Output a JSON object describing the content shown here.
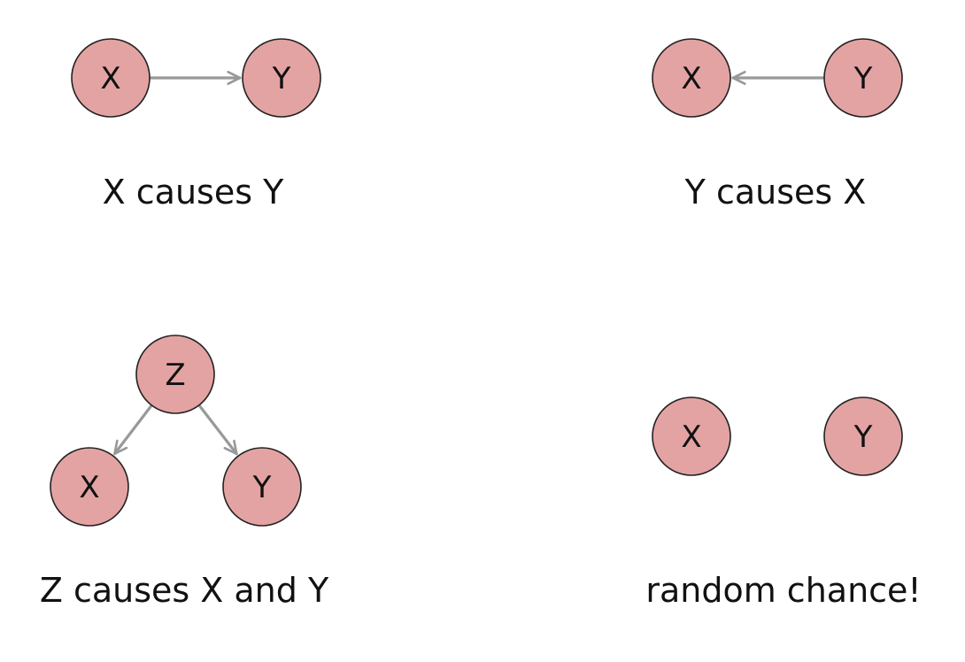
{
  "theme": {
    "node_fill": "#e4a3a3",
    "edge_color": "#999999"
  },
  "panels": [
    {
      "id": "x-causes-y",
      "caption": "X causes Y",
      "nodes": [
        {
          "id": "x",
          "label": "X"
        },
        {
          "id": "y",
          "label": "Y"
        }
      ],
      "edges": [
        {
          "from": "x",
          "to": "y"
        }
      ]
    },
    {
      "id": "y-causes-x",
      "caption": "Y causes X",
      "nodes": [
        {
          "id": "x",
          "label": "X"
        },
        {
          "id": "y",
          "label": "Y"
        }
      ],
      "edges": [
        {
          "from": "y",
          "to": "x"
        }
      ]
    },
    {
      "id": "z-causes-x-and-y",
      "caption": "Z causes X and Y",
      "nodes": [
        {
          "id": "z",
          "label": "Z"
        },
        {
          "id": "x",
          "label": "X"
        },
        {
          "id": "y",
          "label": "Y"
        }
      ],
      "edges": [
        {
          "from": "z",
          "to": "x"
        },
        {
          "from": "z",
          "to": "y"
        }
      ]
    },
    {
      "id": "random-chance",
      "caption": "random chance!",
      "nodes": [
        {
          "id": "x",
          "label": "X"
        },
        {
          "id": "y",
          "label": "Y"
        }
      ],
      "edges": []
    }
  ]
}
